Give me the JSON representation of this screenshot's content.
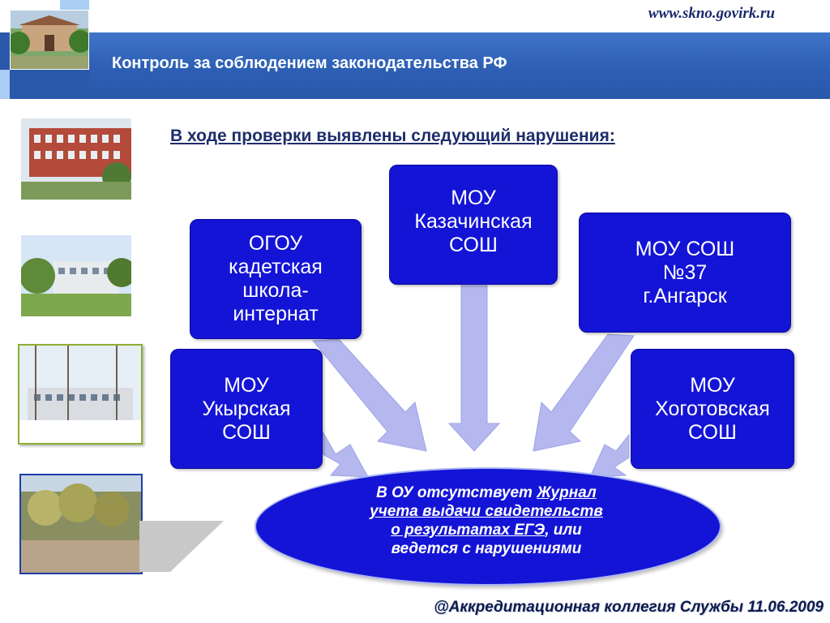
{
  "header": {
    "site_url": "www.skno.govirk.ru",
    "title": "Контроль за соблюдением законодательства РФ"
  },
  "subtitle": "В ходе проверки выявлены следующий нарушения:",
  "schools": {
    "kadet": [
      "ОГОУ",
      "кадетская",
      "школа-",
      "интернат"
    ],
    "kazachinskaya": [
      "МОУ",
      "Казачинская",
      "СОШ"
    ],
    "angarsk": [
      "МОУ СОШ",
      "№37",
      "г.Ангарск"
    ],
    "ukyr": [
      "МОУ",
      "Укырская",
      "СОШ"
    ],
    "khogotov": [
      "МОУ",
      "Хоготовская",
      "СОШ"
    ]
  },
  "violation": {
    "prefix": "В ОУ отсутствует ",
    "journal_line1": "Журнал",
    "journal_line2": "учета выдачи свидетельств",
    "journal_line3": "о результатах ЕГЭ",
    "suffix": ", или",
    "line4": "ведется с нарушениями"
  },
  "footer": "@Аккредитационная коллегия Службы 11.06.2009",
  "colors": {
    "header_band": "#2d5fb4",
    "box_fill": "#1414d6",
    "arrow_fill": "#b4b8ef",
    "accent_squares": "#9fc4f0"
  }
}
